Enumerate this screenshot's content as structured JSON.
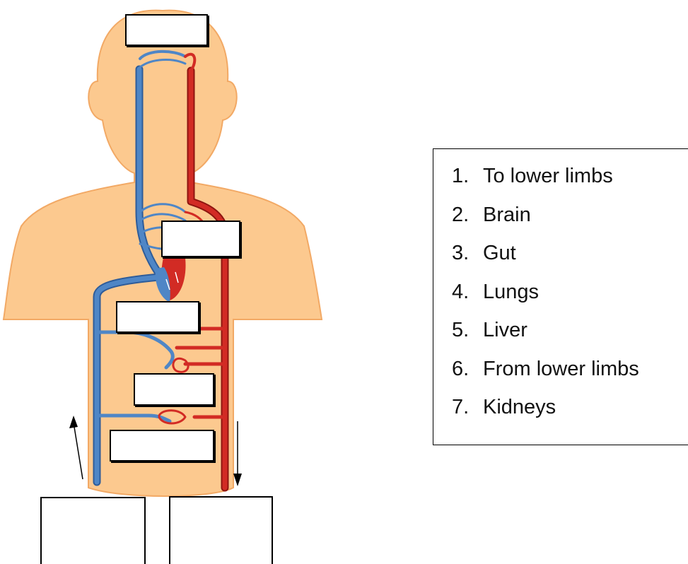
{
  "colors": {
    "skin": "#FCC98F",
    "skin_outline": "#F2A965",
    "vein": "#4F86C6",
    "vein_outline": "#2E5C99",
    "artery": "#D22B24",
    "artery_outline": "#8E1510",
    "label_box_border": "#000000"
  },
  "legend": {
    "items": [
      {
        "number": "1.",
        "label": "To lower limbs"
      },
      {
        "number": "2.",
        "label": "Brain"
      },
      {
        "number": "3.",
        "label": "Gut"
      },
      {
        "number": "4.",
        "label": "Lungs"
      },
      {
        "number": "5.",
        "label": "Liver"
      },
      {
        "number": "6.",
        "label": "From lower limbs"
      },
      {
        "number": "7.",
        "label": "Kidneys"
      }
    ]
  },
  "labels": {
    "head": "",
    "lungs": "",
    "heart_level": "",
    "gut_level": "",
    "kidney_level": "",
    "bottom_left": "",
    "bottom_right": ""
  },
  "icons": [
    "up-arrow-icon",
    "down-arrow-icon"
  ]
}
